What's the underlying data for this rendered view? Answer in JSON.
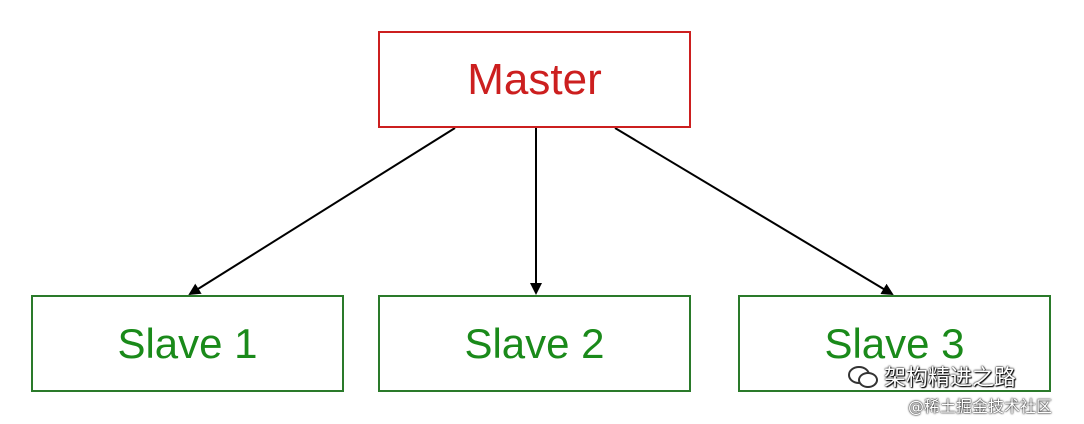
{
  "diagram": {
    "master": {
      "label": "Master"
    },
    "slaves": [
      {
        "label": "Slave 1"
      },
      {
        "label": "Slave 2"
      },
      {
        "label": "Slave 3"
      }
    ],
    "edges": [
      {
        "from": "Master",
        "to": "Slave 1"
      },
      {
        "from": "Master",
        "to": "Slave 2"
      },
      {
        "from": "Master",
        "to": "Slave 3"
      }
    ],
    "colors": {
      "master": "#cc1f1f",
      "slave_border": "#2a7a2a",
      "slave_text": "#1a8a1a",
      "arrow": "#000000"
    }
  },
  "watermark": {
    "icon": "wechat-icon",
    "account": "架构精进之路",
    "source": "@稀土掘金技术社区"
  }
}
